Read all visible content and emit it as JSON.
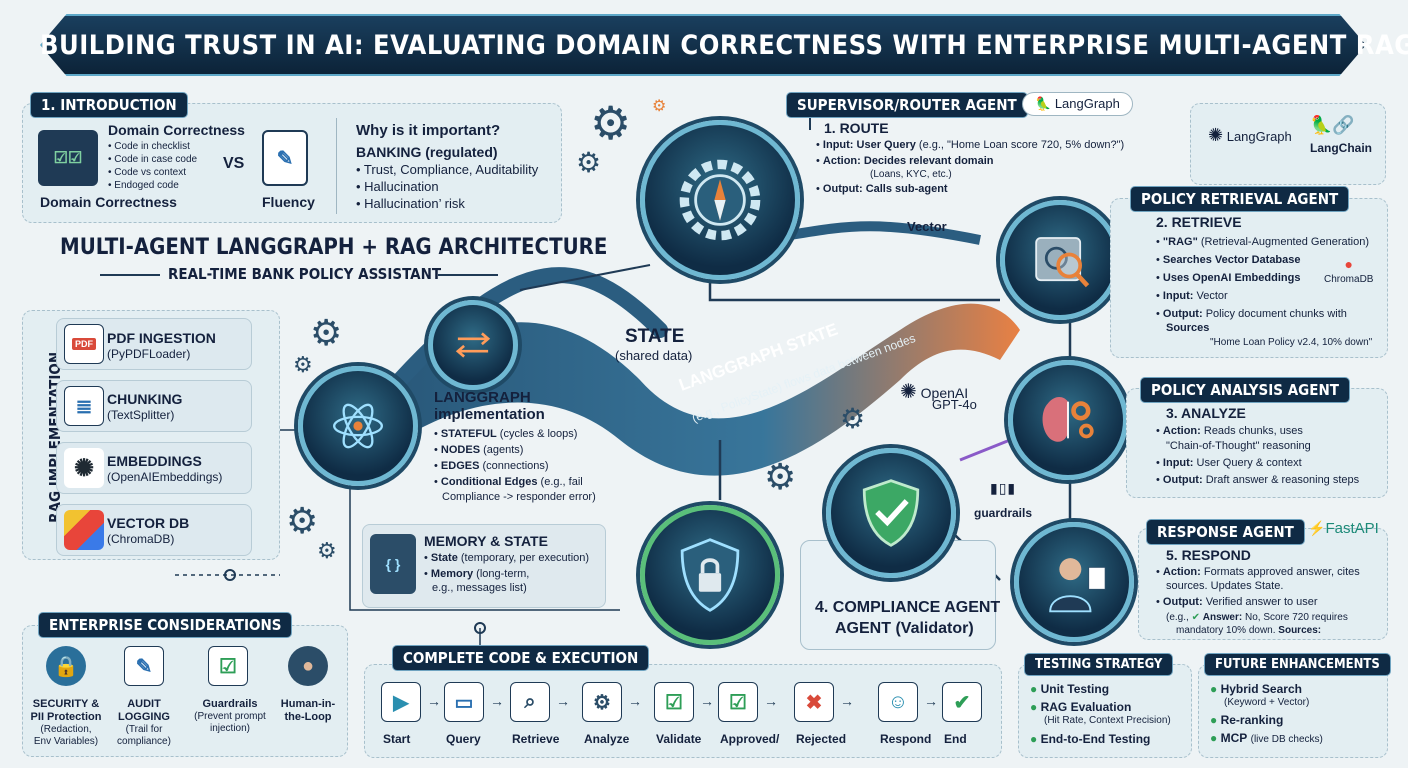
{
  "title": "BUILDING TRUST IN AI: EVALUATING DOMAIN CORRECTNESS WITH ENTERPRISE MULTI-AGENT RAG",
  "intro": {
    "header": "1. INTRODUCTION",
    "domain_title": "Domain Correctness",
    "domain_items": [
      "• Code in checklist",
      "• Code in case code",
      "• Code vs context",
      "• Endoged code"
    ],
    "domain_caption": "Domain Correctness",
    "vs": "VS",
    "fluency": "Fluency",
    "why_title": "Why is it important?",
    "banking": "BANKING (regulated)",
    "why_items": [
      "• Trust, Compliance, Auditability",
      "• Hallucination",
      "• Hallucination’ risk"
    ]
  },
  "arch": {
    "title": "MULTI-AGENT LANGGRAPH + RAG ARCHITECTURE",
    "subtitle": "REAL-TIME BANK POLICY ASSISTANT"
  },
  "rag": {
    "vertical": "RAG IMPLEMENTATION",
    "items": [
      {
        "title": "PDF INGESTION",
        "sub": "(PyPDFLoader)"
      },
      {
        "title": "CHUNKING",
        "sub": "(TextSplitter)"
      },
      {
        "title": "EMBEDDINGS",
        "sub": "(OpenAIEmbeddings)"
      },
      {
        "title": "VECTOR DB",
        "sub": "(ChromaDB)"
      }
    ],
    "pdf_badge": "PDF"
  },
  "supervisor": {
    "header": "SUPERVISOR/ROUTER AGENT",
    "tag": "LangGraph",
    "step": "1. ROUTE",
    "input_label": "Input:",
    "input_bold": "User Query",
    "input_rest": "(e.g., \"Home Loan score 720, 5% down?\")",
    "action_label": "Action:",
    "action_bold": "Decides relevant domain",
    "action_sub": "(Loans, KYC, etc.)",
    "output_label": "Output:",
    "output_bold": "Calls sub-agent"
  },
  "brands": {
    "langgraph": "LangGraph",
    "langchain": "LangChain",
    "chromadb": "ChromaDB",
    "openai": "OpenAI",
    "gpt": "GPT-4o",
    "fastapi": "FastAPI"
  },
  "retrieval": {
    "header": "POLICY RETRIEVAL AGENT",
    "step": "2. RETRIEVE",
    "items": [
      {
        "bold": "\"RAG\"",
        "rest": "(Retrieval-Augmented Generation)"
      },
      {
        "bold": "Searches Vector Database",
        "rest": ""
      },
      {
        "bold": "Uses OpenAI Embeddings",
        "rest": ""
      },
      {
        "bold": "Input:",
        "rest": "Vector"
      },
      {
        "bold": "Output:",
        "rest": "Policy document chunks with"
      }
    ],
    "sources": "Sources",
    "quote": "\"Home Loan Policy v2.4, 10% down\""
  },
  "analysis": {
    "header": "POLICY ANALYSIS AGENT",
    "step": "3. ANALYZE",
    "action_label": "Action:",
    "action_text": "Reads chunks, uses",
    "action_text2": "\"Chain-of-Thought\" reasoning",
    "input_label": "Input:",
    "input_text": "User Query & context",
    "output_label": "Output:",
    "output_text": "Draft answer & reasoning steps"
  },
  "response": {
    "header": "RESPONSE AGENT",
    "step": "5. RESPOND",
    "action_label": "Action:",
    "action_text": "Formats approved answer, cites",
    "action_text2": "sources. Updates State.",
    "output_label": "Output:",
    "output_text": "Verified answer to user",
    "answer_pre": "(e.g.,",
    "answer_label": "Answer:",
    "answer_text": "No, Score 720 requires",
    "answer_text2": "mandatory 10% down.",
    "sources_label": "Sources:"
  },
  "center": {
    "vector": "Vector",
    "state": "STATE",
    "state_sub": "(shared data)",
    "stream": "LANGGRAPH STATE",
    "stream_sub": "(e.g., PolicyState) flows data between nodes",
    "guardrails": "guardrails"
  },
  "langgraph_impl": {
    "title1": "LANGGRAPH",
    "title2": "implementation",
    "items": [
      {
        "bold": "STATEFUL",
        "rest": "(cycles & loops)"
      },
      {
        "bold": "NODES",
        "rest": "(agents)"
      },
      {
        "bold": "EDGES",
        "rest": "(connections)"
      },
      {
        "bold": "Conditional Edges",
        "rest": "(e.g., fail"
      }
    ],
    "cond_cont": "Compliance -> responder error)"
  },
  "memory": {
    "title": "MEMORY & STATE",
    "state_bold": "State",
    "state_rest": "(temporary, per execution)",
    "mem_bold": "Memory",
    "mem_rest": "(long-term,",
    "mem_rest2": "e.g., messages list)"
  },
  "compliance": {
    "title1": "4. COMPLIANCE AGENT",
    "title2": "AGENT (Validator)"
  },
  "enterprise": {
    "header": "ENTERPRISE CONSIDERATIONS",
    "items": [
      {
        "l1": "SECURITY &",
        "l2": "PII Protection",
        "l3": "(Redaction,",
        "l4": "Env Variables)"
      },
      {
        "l1": "AUDIT",
        "l2": "LOGGING",
        "l3": "(Trail for",
        "l4": "compliance)"
      },
      {
        "l1": "Guardrails",
        "l2": "(Prevent prompt",
        "l3": "injection)",
        "l4": ""
      },
      {
        "l1": "Human-in-",
        "l2": "the-Loop",
        "l3": "",
        "l4": ""
      }
    ]
  },
  "code": {
    "header": "COMPLETE CODE & EXECUTION",
    "steps": [
      "Start",
      "Query",
      "Retrieve",
      "Analyze",
      "Validate",
      "Approved/",
      "Rejected",
      "Respond",
      "End"
    ]
  },
  "testing": {
    "header": "TESTING STRATEGY",
    "items": [
      {
        "bold": "Unit Testing",
        "sub": ""
      },
      {
        "bold": "RAG Evaluation",
        "sub": "(Hit Rate, Context Precision)"
      },
      {
        "bold": "End-to-End Testing",
        "sub": ""
      }
    ]
  },
  "future": {
    "header": "FUTURE ENHANCEMENTS",
    "items": [
      {
        "bold": "Hybrid Search",
        "sub": "(Keyword + Vector)"
      },
      {
        "bold": "Re-ranking",
        "sub": ""
      },
      {
        "bold": "MCP",
        "sub": "(live DB checks)"
      }
    ]
  },
  "colors": {
    "navy": "#0f2a44",
    "teal": "#2a7fa0",
    "green": "#2e9e57",
    "orange": "#e8823a"
  }
}
